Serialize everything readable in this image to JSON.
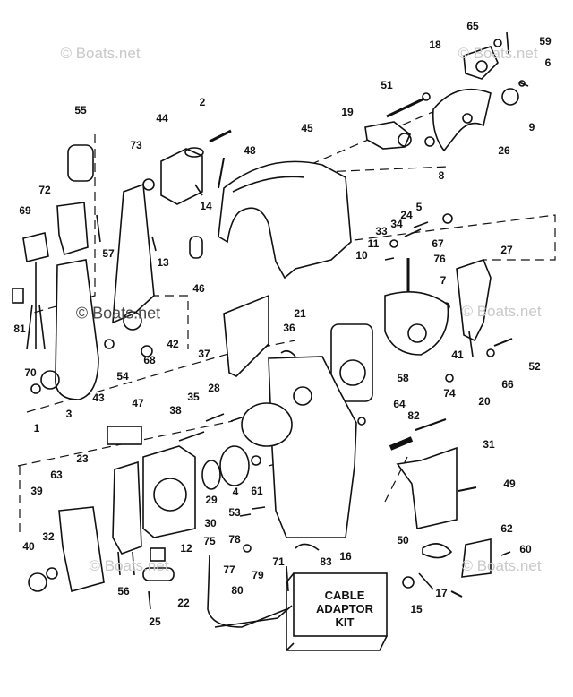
{
  "watermark": "© Boats.net",
  "kit": {
    "line1": "CABLE",
    "line2": "ADAPTOR",
    "line3": "KIT"
  },
  "callouts": [
    "65",
    "59",
    "18",
    "6",
    "51",
    "19",
    "9",
    "8",
    "26",
    "2",
    "55",
    "44",
    "73",
    "48",
    "45",
    "14",
    "72",
    "69",
    "57",
    "13",
    "46",
    "24",
    "5",
    "33",
    "34",
    "11",
    "67",
    "10",
    "76",
    "27",
    "7",
    "21",
    "36",
    "37",
    "42",
    "68",
    "81",
    "54",
    "70",
    "3",
    "43",
    "1",
    "35",
    "47",
    "28",
    "38",
    "58",
    "41",
    "52",
    "66",
    "64",
    "74",
    "20",
    "82",
    "31",
    "23",
    "63",
    "39",
    "40",
    "32",
    "56",
    "12",
    "25",
    "22",
    "30",
    "29",
    "4",
    "61",
    "53",
    "78",
    "75",
    "77",
    "80",
    "79",
    "71",
    "83",
    "16",
    "49",
    "50",
    "62",
    "60",
    "17",
    "15"
  ]
}
